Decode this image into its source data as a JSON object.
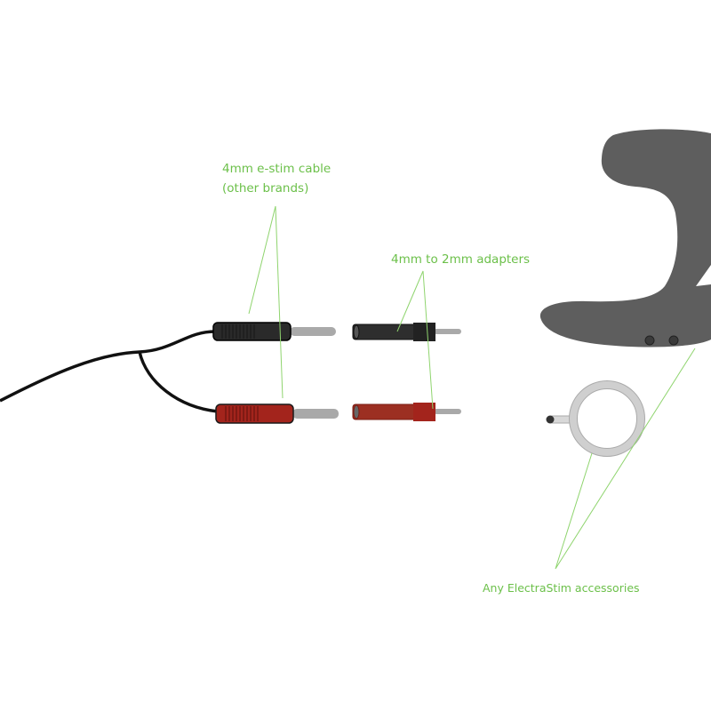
{
  "labels": {
    "cable_line1": "4mm e-stim cable",
    "cable_line2": "(other brands)",
    "adapters": "4mm to 2mm adapters",
    "accessories": "Any ElectraStim accessories"
  },
  "colors": {
    "label": "#6cc04a",
    "accessory": "#5e5e5e",
    "black_plug": "#2a2a2a",
    "red_plug": "#a3241c",
    "pin": "#a9a9a9"
  }
}
